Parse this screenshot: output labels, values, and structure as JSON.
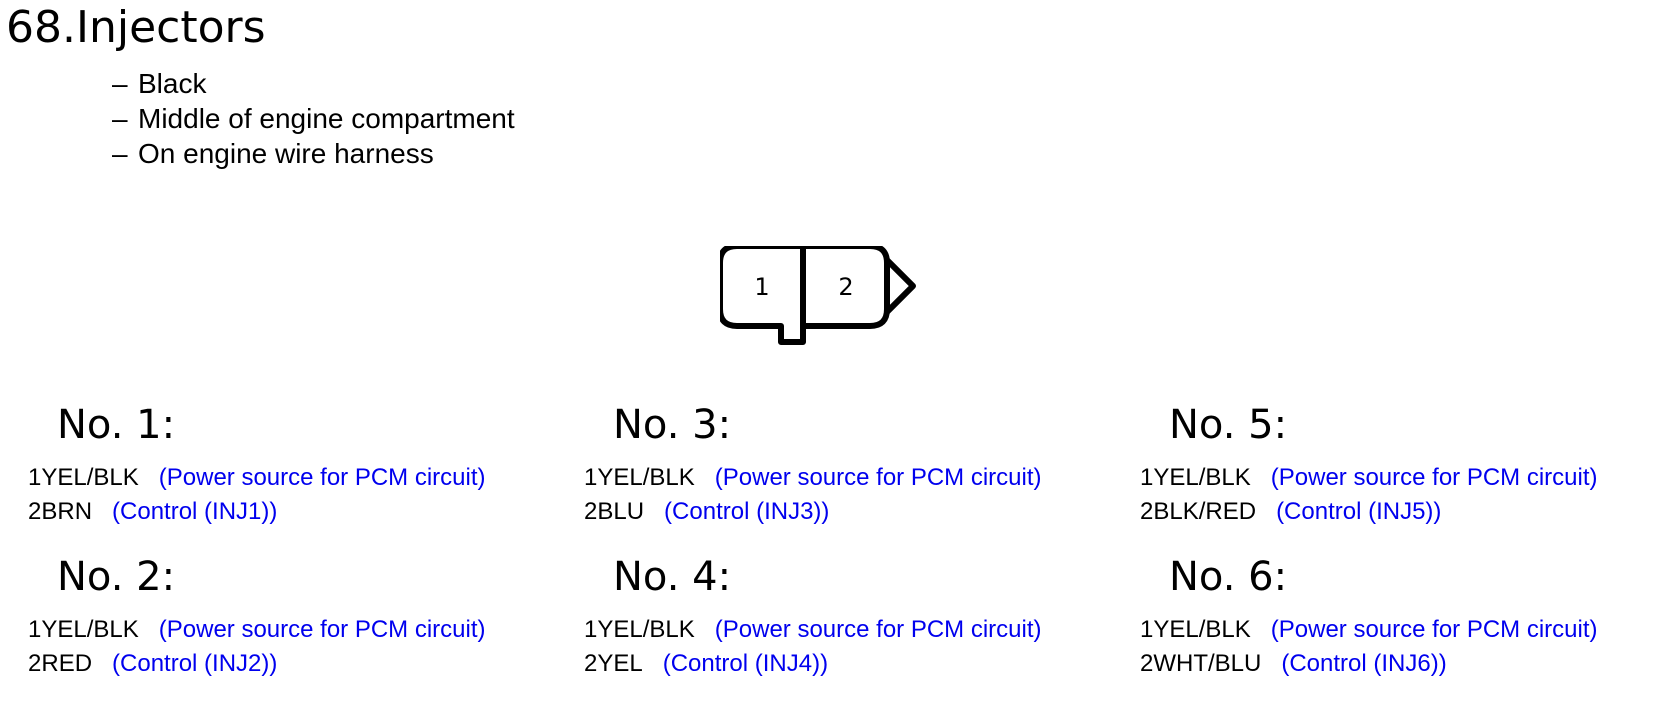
{
  "page": {
    "title": "68.Injectors",
    "bullets": [
      {
        "dash": "–",
        "text": "Black"
      },
      {
        "dash": "–",
        "text": "Middle of engine compartment"
      },
      {
        "dash": "–",
        "text": "On engine wire harness"
      }
    ]
  },
  "connector": {
    "pins": [
      "1",
      "2"
    ]
  },
  "injectors": [
    {
      "heading": "No. 1:",
      "pins": [
        {
          "num": "1",
          "wire": "YEL/BLK",
          "desc": "(Power source for PCM circuit)"
        },
        {
          "num": "2",
          "wire": "BRN",
          "desc": "(Control (INJ1))"
        }
      ]
    },
    {
      "heading": "No. 2:",
      "pins": [
        {
          "num": "1",
          "wire": "YEL/BLK",
          "desc": "(Power source for PCM circuit)"
        },
        {
          "num": "2",
          "wire": "RED",
          "desc": "(Control (INJ2))"
        }
      ]
    },
    {
      "heading": "No. 3:",
      "pins": [
        {
          "num": "1",
          "wire": "YEL/BLK",
          "desc": "(Power source for PCM circuit)"
        },
        {
          "num": "2",
          "wire": "BLU",
          "desc": "(Control (INJ3))"
        }
      ]
    },
    {
      "heading": "No. 4:",
      "pins": [
        {
          "num": "1",
          "wire": "YEL/BLK",
          "desc": "(Power source for PCM circuit)"
        },
        {
          "num": "2",
          "wire": "YEL",
          "desc": "(Control (INJ4))"
        }
      ]
    },
    {
      "heading": "No. 5:",
      "pins": [
        {
          "num": "1",
          "wire": "YEL/BLK",
          "desc": "(Power source for PCM circuit)"
        },
        {
          "num": "2",
          "wire": "BLK/RED",
          "desc": "(Control (INJ5))"
        }
      ]
    },
    {
      "heading": "No. 6:",
      "pins": [
        {
          "num": "1",
          "wire": "YEL/BLK",
          "desc": "(Power source for PCM circuit)"
        },
        {
          "num": "2",
          "wire": "WHT/BLU",
          "desc": "(Control (INJ6))"
        }
      ]
    }
  ],
  "colors": {
    "text": "#000000",
    "description": "#0000ee",
    "background": "#ffffff"
  }
}
